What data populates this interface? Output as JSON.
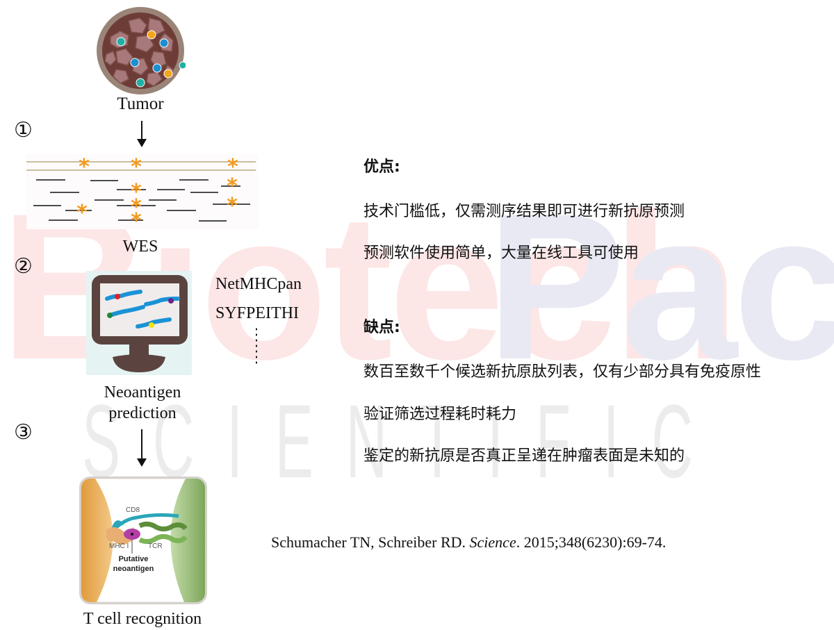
{
  "watermark": {
    "line1_a": "Biotech",
    "line1_b": "Pack",
    "line2": "SCIENTIFIC",
    "colors": {
      "biotech": "#fde6e6",
      "pack": "#e8e9f3",
      "scientific": "#ececec"
    }
  },
  "workflow": {
    "steps": [
      {
        "marker": "①",
        "from_label": "Tumor",
        "to_label": "WES"
      },
      {
        "marker": "②",
        "label_line1": "Neoantigen",
        "label_line2": "prediction",
        "tools": [
          "NetMHCpan",
          "SYFPEITHI"
        ],
        "tools_more": "⋮"
      },
      {
        "marker": "③",
        "label": "T cell recognition",
        "figure_labels": {
          "cd8": "CD8",
          "mhc": "MHC I",
          "tcr": "TCR",
          "neo_line1": "Putative",
          "neo_line2": "neoantigen"
        }
      }
    ],
    "colors": {
      "mutation_star": "#f29a1f",
      "dna_line": "#c9bf9a",
      "monitor": "#5b4440",
      "peptide": "#1a93d6",
      "tumor_cell": "#9c6b6c",
      "apc_cell": "#e8a84a",
      "t_cell": "#8fb26e"
    }
  },
  "pros": {
    "heading": "优点:",
    "items": [
      "技术门槛低，仅需测序结果即可进行新抗原预测",
      "预测软件使用简单，大量在线工具可使用"
    ]
  },
  "cons": {
    "heading": "缺点:",
    "items": [
      "数百至数千个候选新抗原肽列表，仅有少部分具有免疫原性",
      "验证筛选过程耗时耗力",
      "鉴定的新抗原是否真正呈递在肿瘤表面是未知的"
    ]
  },
  "citation": {
    "authors": "Schumacher TN, Schreiber RD.",
    "journal": "Science",
    "details": ". 2015;348(6230):69-74."
  }
}
